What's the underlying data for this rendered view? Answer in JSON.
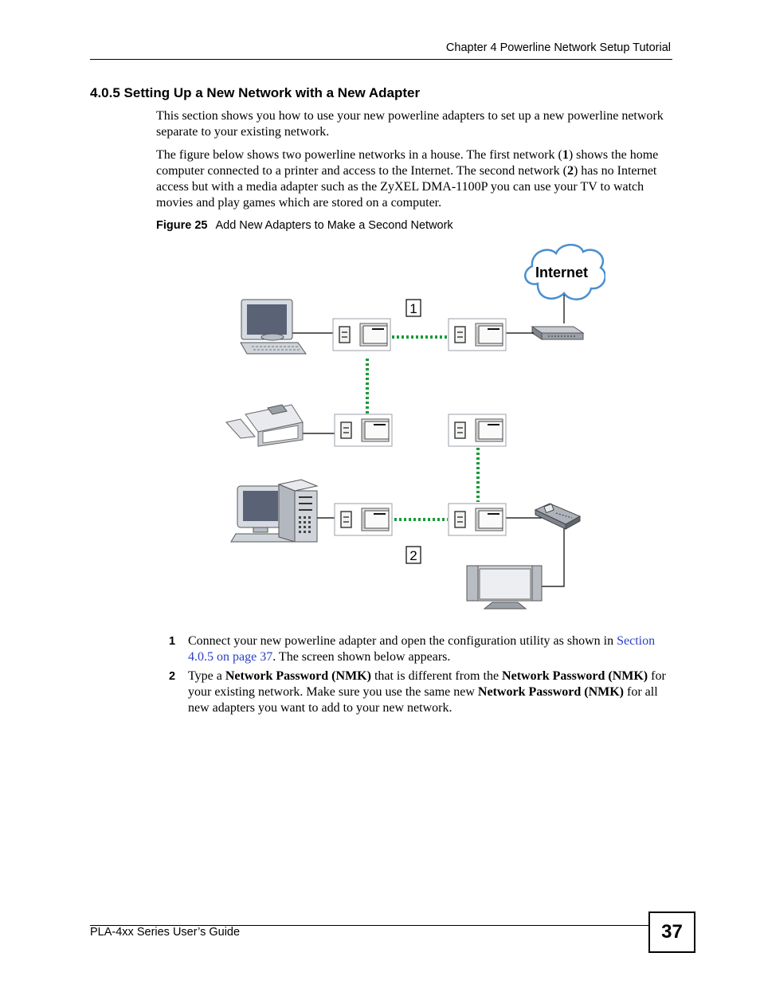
{
  "header": {
    "chapter_title": "Chapter 4 Powerline Network Setup Tutorial"
  },
  "section": {
    "heading": "4.0.5  Setting Up a New Network with a New Adapter",
    "para1": "This section shows you how to use your new powerline adapters to set up a new powerline network separate to your existing network.",
    "para2": {
      "t1": "The figure below shows two powerline networks in a house. The first network (",
      "b1": "1",
      "t2": ") shows the home computer connected to a printer and access to the Internet. The second network (",
      "b2": "2",
      "t3": ") has no Internet access but with a media adapter such as the ZyXEL DMA-1100P you can use your TV to watch movies and play games which are stored on a computer."
    }
  },
  "figure": {
    "label": "Figure 25",
    "caption": "Add New Adapters to Make a Second Network",
    "internet_label": "Internet",
    "network1_label": "1",
    "network2_label": "2"
  },
  "steps": [
    {
      "num": "1",
      "t1": "Connect your new powerline adapter and open the configuration utility as shown in ",
      "link": "Section 4.0.5 on page 37",
      "t2": ". The screen shown below appears."
    },
    {
      "num": "2",
      "t1": "Type a ",
      "b1": "Network Password (NMK)",
      "t2": " that is different from the ",
      "b2": "Network Password (NMK)",
      "t3": " for your existing network. Make sure you use the same new ",
      "b3": "Network Password (NMK)",
      "t4": " for all new adapters you want to add to your new network."
    }
  ],
  "footer": {
    "guide_title": "PLA-4xx Series User’s Guide",
    "page_number": "37"
  },
  "colors": {
    "link": "#2a3fc7",
    "powerline": "#1a9a3a",
    "device_screen": "#5a6275"
  }
}
